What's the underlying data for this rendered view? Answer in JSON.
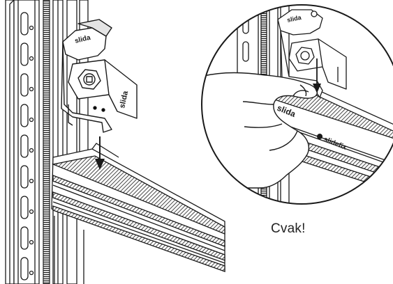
{
  "caption": "Cvak!",
  "brand": {
    "clip_label": "slida",
    "rail_label": "slida",
    "rail_logo_text": "slidefix"
  },
  "colors": {
    "line": "#1a1a1a",
    "fill": "#ffffff",
    "shade": "#9a9a9a",
    "light_shade": "#d4d4d4"
  },
  "icons": {
    "down_arrow": "down-arrow-icon",
    "clip": "clip-bracket-icon"
  }
}
